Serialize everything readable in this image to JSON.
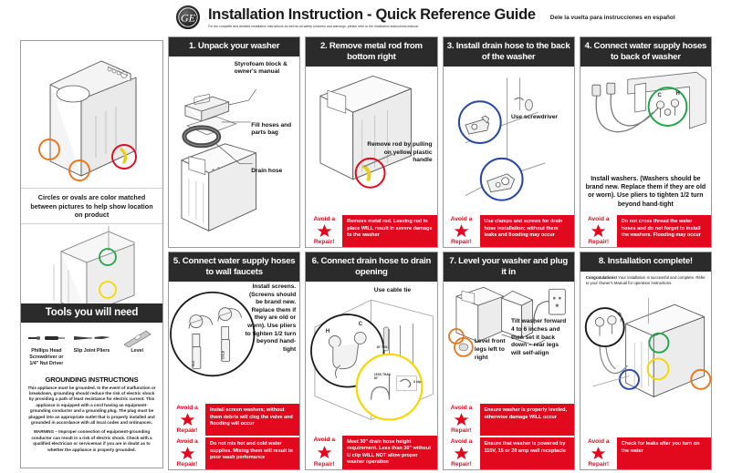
{
  "header": {
    "logo": "ge-logo",
    "title": "Installation Instruction - Quick Reference Guide",
    "subtitle": "For the complete and detailed installation instructions as well as all safety concerns and warnings, please refer to the installation instructions manual.",
    "spanish_note": "Dele la vuelta para instrucciones en español"
  },
  "left_column": {
    "color_caption": "Circles or ovals are color matched between pictures to help show location on product",
    "tools_title": "Tools you will need",
    "tools": [
      {
        "icon": "screwdriver-icon",
        "label": "Phillips Head Screwdriver or 1/4\" Nut Driver"
      },
      {
        "icon": "pliers-icon",
        "label": "Slip Joint Pliers"
      },
      {
        "icon": "level-icon",
        "label": "Level"
      }
    ],
    "grounding_title": "GROUNDING INSTRUCTIONS",
    "grounding_body": "This appliance must be grounded. In the event of malfunction or breakdown, grounding should reduce the risk of electric shock by providing a path of least resistance for electric current. This appliance is equipped with a cord having an equipment-grounding conductor and a grounding plug. The plug must be plugged into an appropriate outlet that is properly installed and grounded in accordance with all local codes and ordinances.",
    "warning_body": "WARNING – Improper connection of equipment-grounding conductor can result in a risk of electric shock. Check with a qualified electrician or serviceman if you are in doubt as to whether the appliance is properly grounded."
  },
  "avoid_badge": {
    "top": "Avoid a",
    "bottom": "Repair!",
    "icon": "star-icon",
    "color": "#e2091f"
  },
  "steps": [
    {
      "number": "1",
      "title": "1. Unpack your washer",
      "labels": {
        "styrofoam": "Styrofoam block & owner's manual",
        "fillhoses": "Fill hoses and parts bag",
        "drainhose": "Drain hose"
      },
      "warnings": []
    },
    {
      "number": "2",
      "title": "2. Remove metal rod from bottom right",
      "labels": {
        "instruction": "Remove rod by pulling on yellow plastic handle"
      },
      "warnings": [
        "Remove metal rod. Leaving rod in place WILL result in severe damage to the washer"
      ]
    },
    {
      "number": "3",
      "title": "3. Install drain hose to the back of the washer",
      "labels": {
        "screwdriver": "Use screwdriver"
      },
      "warnings": [
        "Use clamps and screws for drain hose installation; without them leaks and flooding may occur"
      ]
    },
    {
      "number": "4",
      "title": "4. Connect water supply hoses to back of washer",
      "labels": {
        "instruction": "Install washers. (Washers should be brand new. Replace them if they are old or worn). Use pliers to tighten 1/2 turn beyond hand-tight",
        "cold": "C",
        "hot": "H"
      },
      "warnings": [
        "Do not cross thread the water hoses and do not forget to install the washers. Flooding may occur"
      ]
    },
    {
      "number": "5",
      "title": "5. Connect water supply hoses to wall faucets",
      "labels": {
        "instruction": "Install screens. (Screens should be brand new. Replace them if they are old or worn). Use pliers to tighten 1/2 turn beyond hand-tight",
        "hot_tag": "HOT",
        "cold_tag": "COLD"
      },
      "warnings": [
        "Install screen washers; without them debris will clog the valve and flooding will occur",
        "Do not mix hot and cold water supplies. Mixing them will result in poor wash perfomance"
      ]
    },
    {
      "number": "6",
      "title": "6. Connect drain hose to drain opening",
      "labels": {
        "cable_tie": "Use cable tie",
        "hot": "H",
        "cold": "C",
        "min_height": "30\" MIN",
        "less_than": "LESS THAN 30\"",
        "uclip": "U clip"
      },
      "warnings": [
        "Meet 30\" drain hose height requirement. Less than 30\" without U clip WILL NOT allow proper washer operation"
      ]
    },
    {
      "number": "7",
      "title": "7. Level your washer and plug it in",
      "labels": {
        "level_legs": "Level front legs left to right",
        "tilt": "Tilt washer forward 4 to 6 inches and then set it back down – rear legs will self-align"
      },
      "warnings": [
        "Ensure washer is properly leveled, otherwise damage WILL occur",
        "Ensure that washer is powered by 115V, 15 or 20 amp wall receptacle"
      ]
    },
    {
      "number": "8",
      "title": "8. Installation complete!",
      "labels": {
        "congrats_bold": "Congratulations!",
        "congrats_rest": " Your installation is successful and complete. Refer to your Owner's Manual for operation instructions."
      },
      "warnings": [
        "Check for leaks after you turn on the water"
      ]
    }
  ],
  "marker_colors": {
    "orange": "#e8761a",
    "red": "#e2091f",
    "green": "#22a54a",
    "yellow": "#f5d800",
    "blue": "#2846a6",
    "black": "#1a1a1a"
  }
}
